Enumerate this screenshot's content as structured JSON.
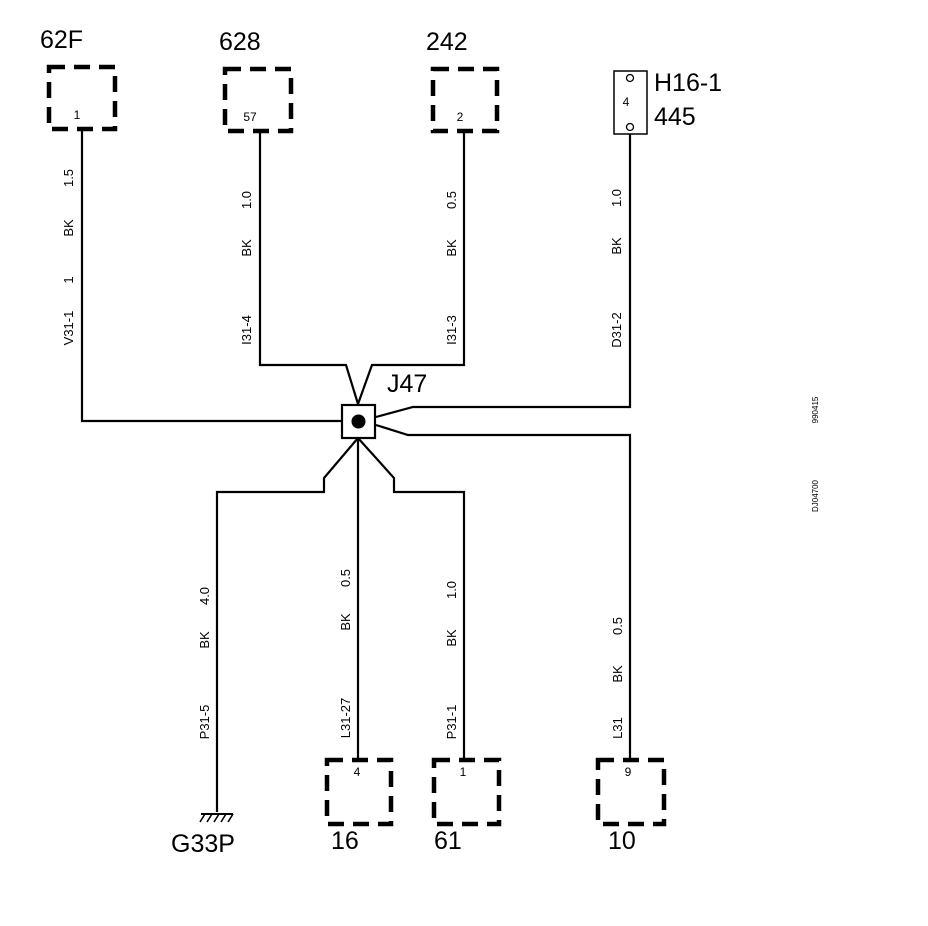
{
  "connectors_top": [
    {
      "name": "62F",
      "pin": "1"
    },
    {
      "name": "628",
      "pin": "57"
    },
    {
      "name": "242",
      "pin": "2"
    }
  ],
  "component_h16": {
    "name": "H16-1",
    "number": "445",
    "pin": "4"
  },
  "splice": {
    "name": "J47"
  },
  "connectors_bottom": [
    {
      "name": "16",
      "pin": "4"
    },
    {
      "name": "61",
      "pin": "1"
    },
    {
      "name": "10",
      "pin": "9"
    }
  ],
  "ground": {
    "name": "G33P"
  },
  "wires": {
    "w62f": {
      "size": "1.5",
      "color": "BK",
      "extra": "1",
      "id": "V31-1"
    },
    "w628": {
      "size": "1.0",
      "color": "BK",
      "id": "I31-4"
    },
    "w242": {
      "size": "0.5",
      "color": "BK",
      "id": "I31-3"
    },
    "wh16": {
      "size": "1.0",
      "color": "BK",
      "id": "D31-2"
    },
    "wgnd": {
      "size": "4.0",
      "color": "BK",
      "id": "P31-5"
    },
    "w16": {
      "size": "0.5",
      "color": "BK",
      "id": "L31-27"
    },
    "w61": {
      "size": "1.0",
      "color": "BK",
      "id": "P31-1"
    },
    "w10": {
      "size": "0.5",
      "color": "BK",
      "id": "L31"
    }
  },
  "side_codes": [
    "990415",
    "DJ04700"
  ]
}
